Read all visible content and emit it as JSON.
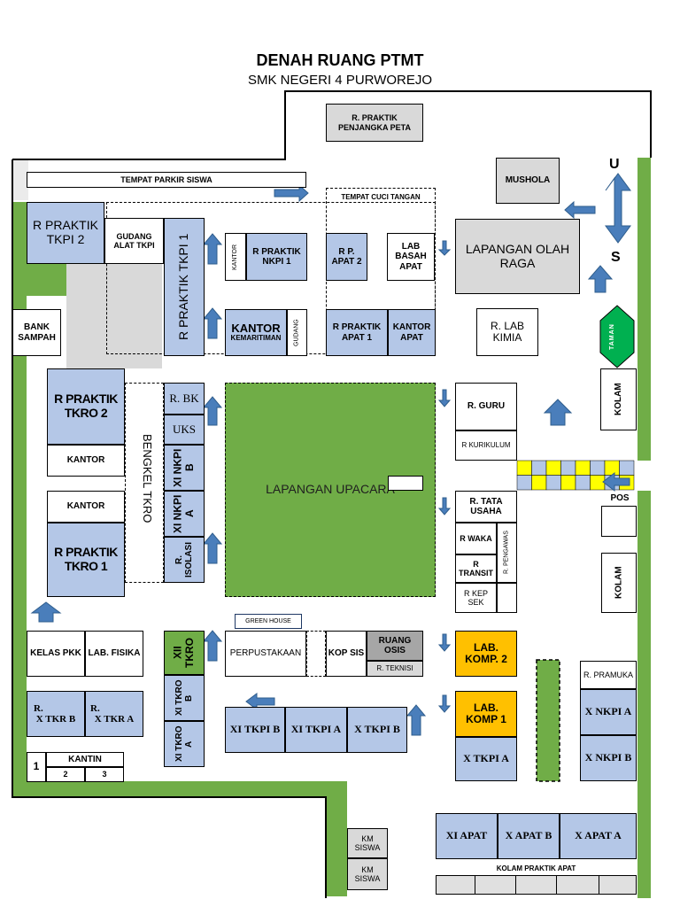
{
  "title": "DENAH RUANG PTMT",
  "subtitle": "SMK NEGERI 4 PURWOREJO",
  "compass": {
    "north": "U",
    "south": "S"
  },
  "colors": {
    "room_blue": "#b4c7e7",
    "grass": "#70ad47",
    "lab_orange": "#ffc000",
    "arrow": "#4a7ebb",
    "checker_yellow": "#ffff00"
  },
  "areas": {
    "parkir": "TEMPAT PARKIR SISWA",
    "cuci": "TEMPAT CUCI TANGAN",
    "penjangka": "R. PRAKTIK PENJANGKA PETA",
    "mushola": "MUSHOLA",
    "lapangan_olahraga": "LAPANGAN OLAH RAGA",
    "taman": "TAMAN",
    "lab_kimia": "R. LAB KIMIA",
    "kolam": "KOLAM",
    "pos": "POS",
    "tkpi2": "R PRAKTIK TKPI 2",
    "gudang_alat": "GUDANG ALAT TKPI",
    "tkpi1": "R PRAKTIK TKPI 1",
    "kantor_small": "KANTOR",
    "nkpi1": "R PRAKTIK NKPI 1",
    "apat2": "R P. APAT 2",
    "lab_basah": "LAB BASAH APAT",
    "bank_sampah": "BANK SAMPAH",
    "kantor_kemaritiman": "KANTOR",
    "kemaritiman": "KEMARITIMAN",
    "gudang": "GUDANG",
    "apat1": "R PRAKTIK APAT 1",
    "kantor_apat": "KANTOR APAT",
    "tkro2": "R PRAKTIK TKRO 2",
    "kantor": "KANTOR",
    "tkro1": "R PRAKTIK TKRO 1",
    "bengkel": "BENGKEL TKRO",
    "rbk": "R. BK",
    "uks": "UKS",
    "xi_nkpi_b": "XI NKPI B",
    "xi_nkpi_a": "XI NKPI A",
    "isolasi": "R. ISOLASI",
    "lapangan_upacara": "LAPANGAN UPACARA",
    "guru": "R. GURU",
    "kurikulum": "R KURIKULUM",
    "tata_usaha": "R. TATA USAHA",
    "waka": "R WAKA",
    "transit": "R TRANSIT",
    "pengawas": "R. PENGAWAS",
    "kepsek": "R KEP SEK",
    "kelas_pkk": "KELAS PKK",
    "lab_fisika": "LAB. FISIKA",
    "xii_tkro": "XII TKRO",
    "green_house": "GREEN HOUSE",
    "perpustakaan": "PERPUSTAKAAN",
    "kop_sis": "KOP SIS",
    "ruang_osis": "RUANG OSIS",
    "teknisi": "R. TEKNISI",
    "lab_komp2": "LAB. KOMP. 2",
    "lab_komp1": "LAB. KOMP 1",
    "xtkrb": "X TKR B",
    "xtkra": "X TKR A",
    "r_prefix": "R.",
    "xtkro_b": "XI TKRO B",
    "xtkro_a": "XI TKRO A",
    "xi_tkpi_b": "XI TKPI B",
    "xi_tkpi_a": "XI TKPI A",
    "x_tkpi_b": "X TKPI B",
    "x_tkpi_a": "X TKPI A",
    "r_pramuka": "R. PRAMUKA",
    "x_nkpi_a": "X NKPI A",
    "x_nkpi_b": "X NKPI B",
    "kantin": "KANTIN",
    "kantin_1": "1",
    "kantin_2": "2",
    "kantin_3": "3",
    "km_siswa": "KM SISWA",
    "xi_apat": "XI APAT",
    "x_apat_b": "X APAT B",
    "x_apat_a": "X APAT A",
    "kolam_praktik": "KOLAM PRAKTIK APAT"
  }
}
